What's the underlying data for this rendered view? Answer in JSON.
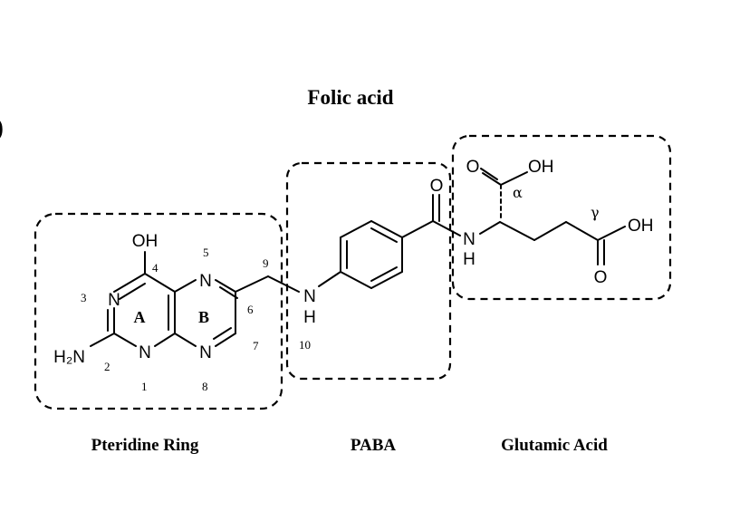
{
  "title": "Folic acid",
  "panel_letter": ")",
  "segments": {
    "pteridine": "Pteridine Ring",
    "paba": "PABA",
    "glutamic": "Glutamic Acid"
  },
  "ring_labels": {
    "a": "A",
    "b": "B"
  },
  "atoms": {
    "oh_top": "OH",
    "n3": "N",
    "n1": "N",
    "n5": "N",
    "n8": "N",
    "h2n": "H₂N",
    "nh_paba_n": "N",
    "nh_paba_h": "H",
    "o_amide": "O",
    "nh_glu_n": "N",
    "nh_glu_h": "H",
    "o_alpha": "O",
    "oh_alpha": "OH",
    "oh_gamma": "OH",
    "o_gamma": "O"
  },
  "positions": {
    "p1": "1",
    "p2": "2",
    "p3": "3",
    "p4": "4",
    "p5": "5",
    "p6": "6",
    "p7": "7",
    "p8": "8",
    "p9": "9",
    "p10": "10"
  },
  "greek": {
    "alpha": "α",
    "gamma": "γ"
  }
}
